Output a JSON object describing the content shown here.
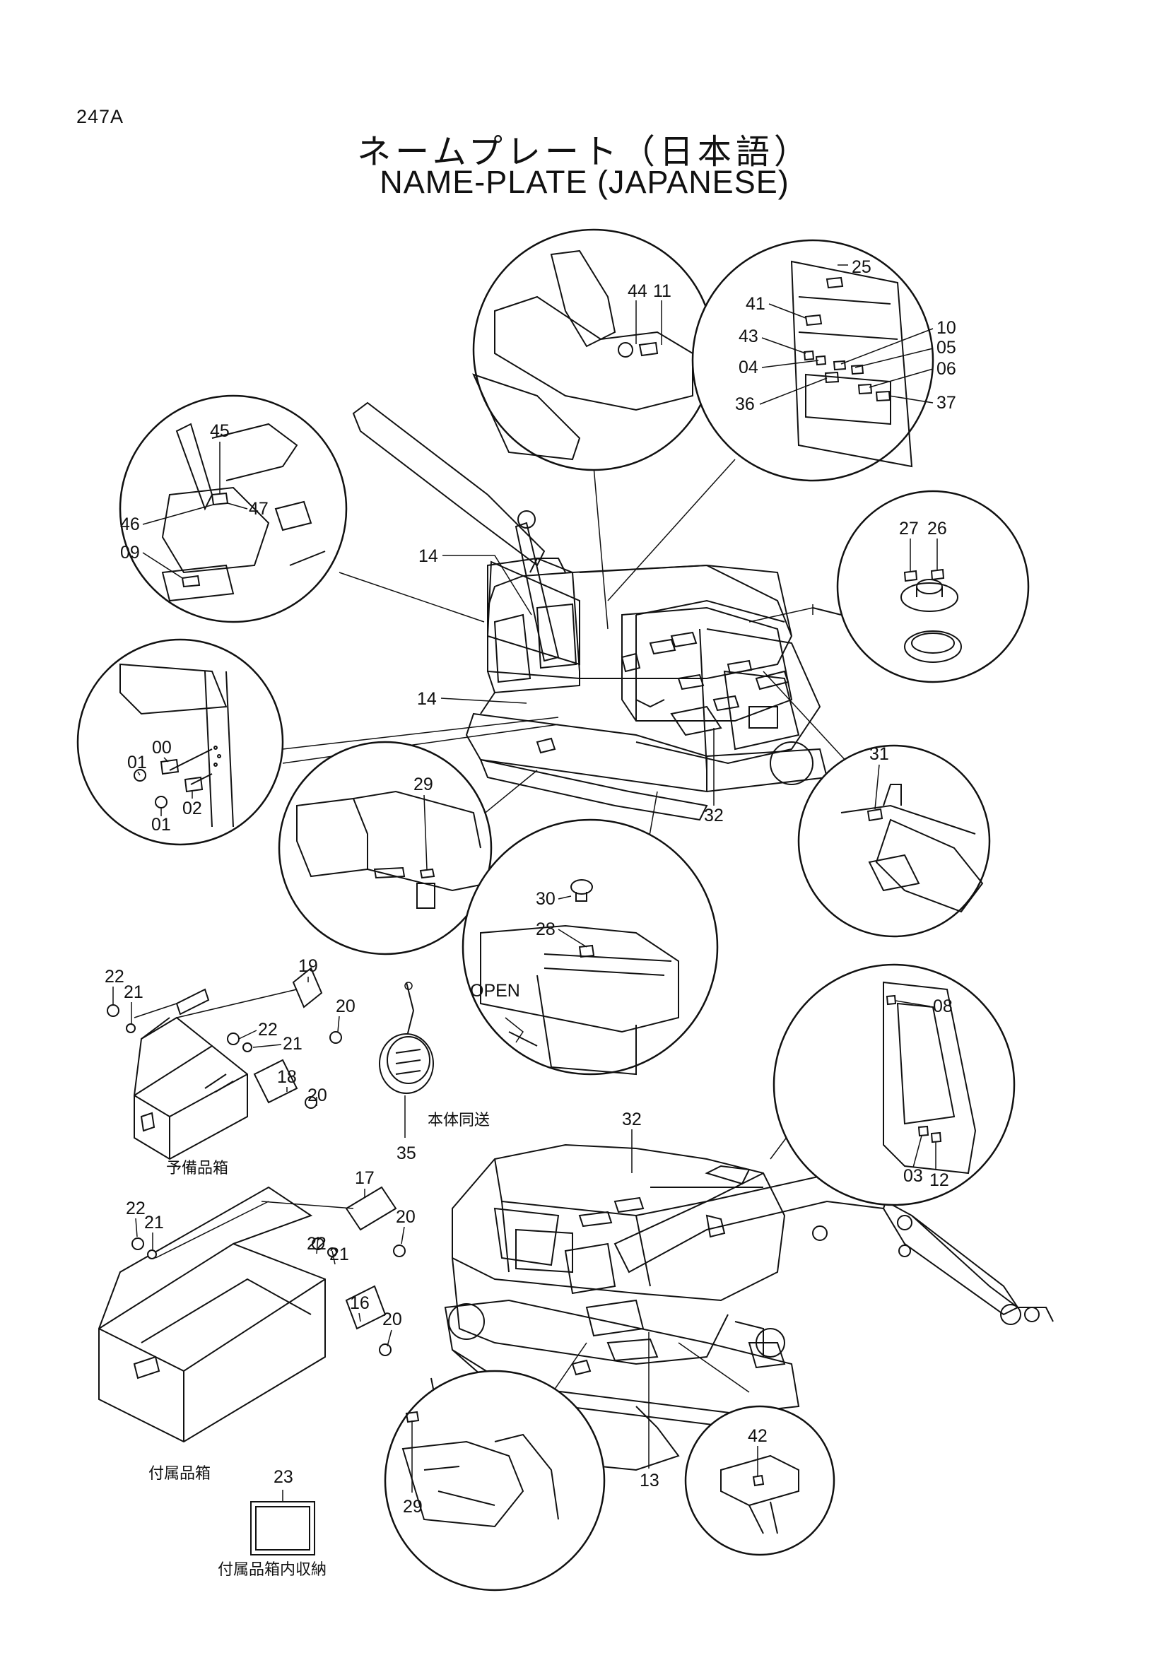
{
  "header": {
    "code": "247A",
    "title_jp": "ネームプレート（日本語）",
    "title_en": "NAME-PLATE (JAPANESE)"
  },
  "callouts": {
    "c00": "00",
    "c01a": "01",
    "c01b": "01",
    "c02": "02",
    "c03": "03",
    "c04": "04",
    "c05": "05",
    "c06": "06",
    "c08": "08",
    "c09": "09",
    "c10": "10",
    "c11": "11",
    "c12": "12",
    "c13": "13",
    "c14a": "14",
    "c14b": "14",
    "c16": "16",
    "c17": "17",
    "c18": "18",
    "c19": "19",
    "c20a": "20",
    "c20b": "20",
    "c20c": "20",
    "c20d": "20",
    "c21a": "21",
    "c21b": "21",
    "c21c": "21",
    "c21d": "21",
    "c22a": "22",
    "c22b": "22",
    "c22c": "22",
    "c22d": "22",
    "c23": "23",
    "c25": "25",
    "c26": "26",
    "c27": "27",
    "c28": "28",
    "c29a": "29",
    "c29b": "29",
    "c30": "30",
    "c31": "31",
    "c32a": "32",
    "c32b": "32",
    "c35": "35",
    "c36": "36",
    "c37": "37",
    "c41": "41",
    "c42": "42",
    "c43": "43",
    "c44": "44",
    "c45": "45",
    "c46": "46",
    "c47": "47"
  },
  "notes": {
    "open": "OPEN",
    "spare_box": "予備品箱",
    "tool_box": "付属品箱",
    "shipped_with_body": "本体同送",
    "stored_in_tool_box": "付属品箱内収納"
  }
}
